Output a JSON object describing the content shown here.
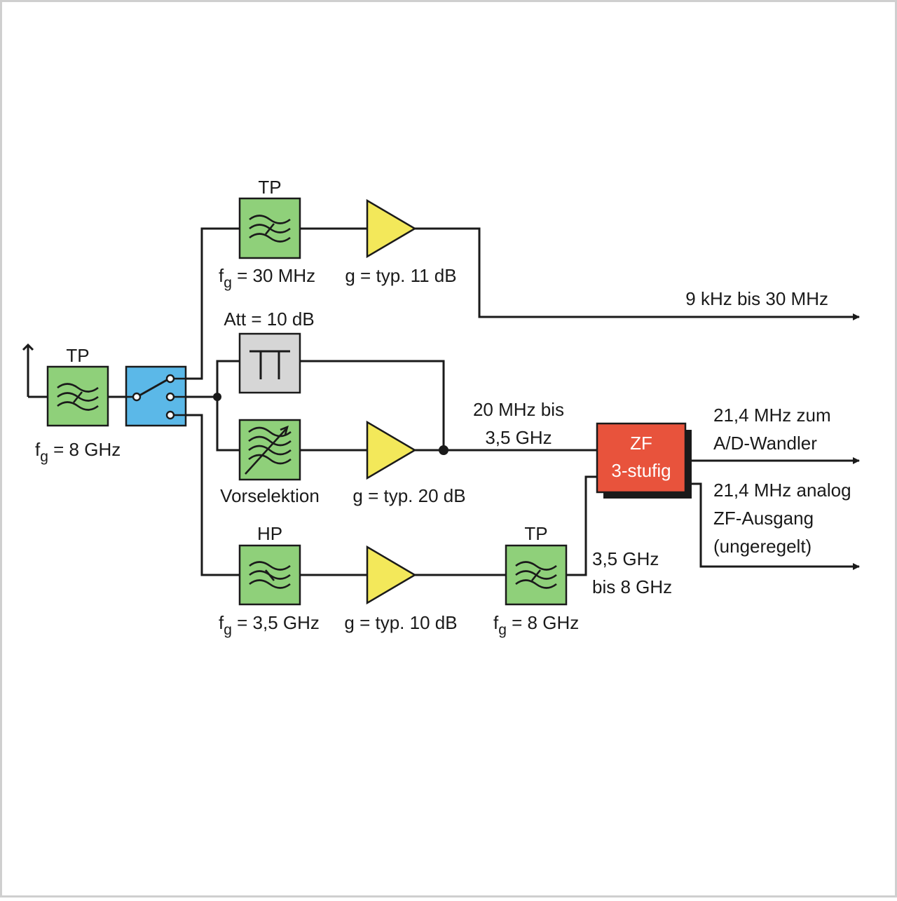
{
  "colors": {
    "filter_fill": "#8fd07a",
    "switch_fill": "#5bb8e8",
    "attenuator_fill": "#d6d6d6",
    "amplifier_fill": "#f3e85a",
    "if_fill": "#e8533c",
    "frame": "#cfcfcf"
  },
  "input_filter": {
    "type": "TP",
    "fg_sym": "f",
    "fg_sub": "g",
    "fg_value": " = 8 GHz"
  },
  "path_low": {
    "filter_type": "TP",
    "fg_sym": "f",
    "fg_sub": "g",
    "fg_value": " = 30 MHz",
    "gain_label": "g = typ. 11 dB",
    "output_label": "9 kHz bis 30 MHz"
  },
  "attenuator": {
    "label": "Att = 10 dB",
    "symbol": "TT"
  },
  "path_mid": {
    "filter_label": "Vorselektion",
    "gain_label": "g = typ. 20 dB",
    "range_line1": "20 MHz bis",
    "range_line2": "3,5 GHz"
  },
  "path_high": {
    "hp_type": "HP",
    "hp_fg_sym": "f",
    "hp_fg_sub": "g",
    "hp_fg_value": " = 3,5 GHz",
    "gain_label": "g = typ. 10 dB",
    "tp_type": "TP",
    "tp_fg_sym": "f",
    "tp_fg_sub": "g",
    "tp_fg_value": " = 8 GHz",
    "range_line1": "3,5 GHz",
    "range_line2": "bis 8 GHz"
  },
  "if_stage": {
    "line1": "ZF",
    "line2": "3-stufig"
  },
  "outputs": {
    "ad_line1": "21,4 MHz zum",
    "ad_line2": "A/D-Wandler",
    "analog_line1": "21,4 MHz analog",
    "analog_line2": "ZF-Ausgang",
    "analog_line3": "(ungeregelt)"
  }
}
